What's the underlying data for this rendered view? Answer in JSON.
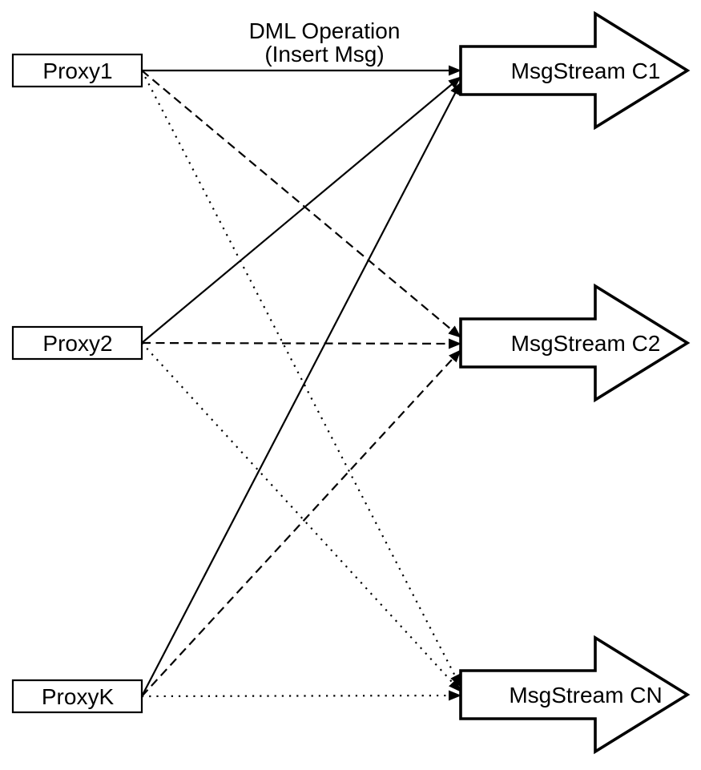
{
  "diagram": {
    "edge_label": {
      "line1": "DML Operation",
      "line2": "(Insert Msg)"
    },
    "proxies": [
      {
        "label": "Proxy1"
      },
      {
        "label": "Proxy2"
      },
      {
        "label": "ProxyK"
      }
    ],
    "streams": [
      {
        "label": "MsgStream C1"
      },
      {
        "label": "MsgStream C2"
      },
      {
        "label": "MsgStream CN"
      }
    ],
    "edges": [
      {
        "from": "Proxy1",
        "to": "MsgStream C1",
        "style": "solid",
        "label": "DML Operation (Insert Msg)"
      },
      {
        "from": "Proxy2",
        "to": "MsgStream C1",
        "style": "solid"
      },
      {
        "from": "ProxyK",
        "to": "MsgStream C1",
        "style": "solid"
      },
      {
        "from": "Proxy1",
        "to": "MsgStream C2",
        "style": "dashed"
      },
      {
        "from": "Proxy2",
        "to": "MsgStream C2",
        "style": "dashed"
      },
      {
        "from": "ProxyK",
        "to": "MsgStream C2",
        "style": "dashed"
      },
      {
        "from": "Proxy1",
        "to": "MsgStream CN",
        "style": "dotted"
      },
      {
        "from": "Proxy2",
        "to": "MsgStream CN",
        "style": "dotted"
      },
      {
        "from": "ProxyK",
        "to": "MsgStream CN",
        "style": "dotted"
      }
    ],
    "colors": {
      "line": "#000000",
      "shape_fill": "#ffffff",
      "background": "#ffffff"
    }
  }
}
